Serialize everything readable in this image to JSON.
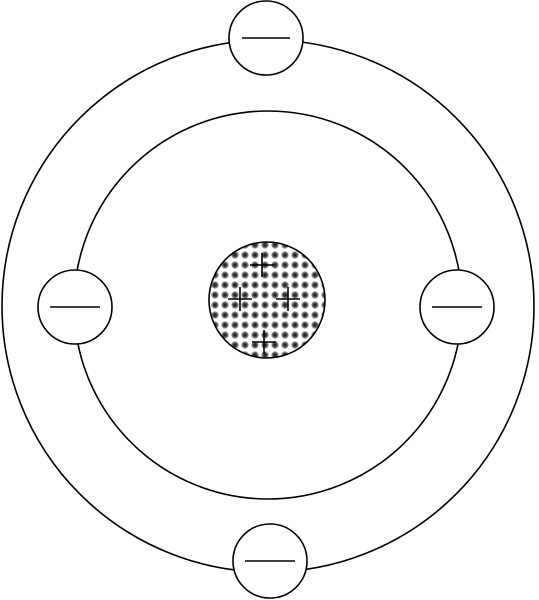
{
  "diagram": {
    "type": "atom-model",
    "colors": {
      "stroke": "#000000",
      "background": "#ffffff",
      "nucleus_texture_dark": "#111111",
      "nucleus_texture_light": "#ffffff"
    },
    "nucleus": {
      "charge_symbol": "+",
      "proton_count": 4,
      "texture": "dotted-grey-pattern"
    },
    "orbits": [
      {
        "id": "inner",
        "electron_count": 2
      },
      {
        "id": "outer",
        "electron_count": 2
      }
    ],
    "electrons": [
      {
        "orbit": "outer",
        "charge_symbol": "minus"
      },
      {
        "orbit": "inner",
        "charge_symbol": "minus"
      },
      {
        "orbit": "inner",
        "charge_symbol": "minus"
      },
      {
        "orbit": "outer",
        "charge_symbol": "minus"
      }
    ]
  }
}
